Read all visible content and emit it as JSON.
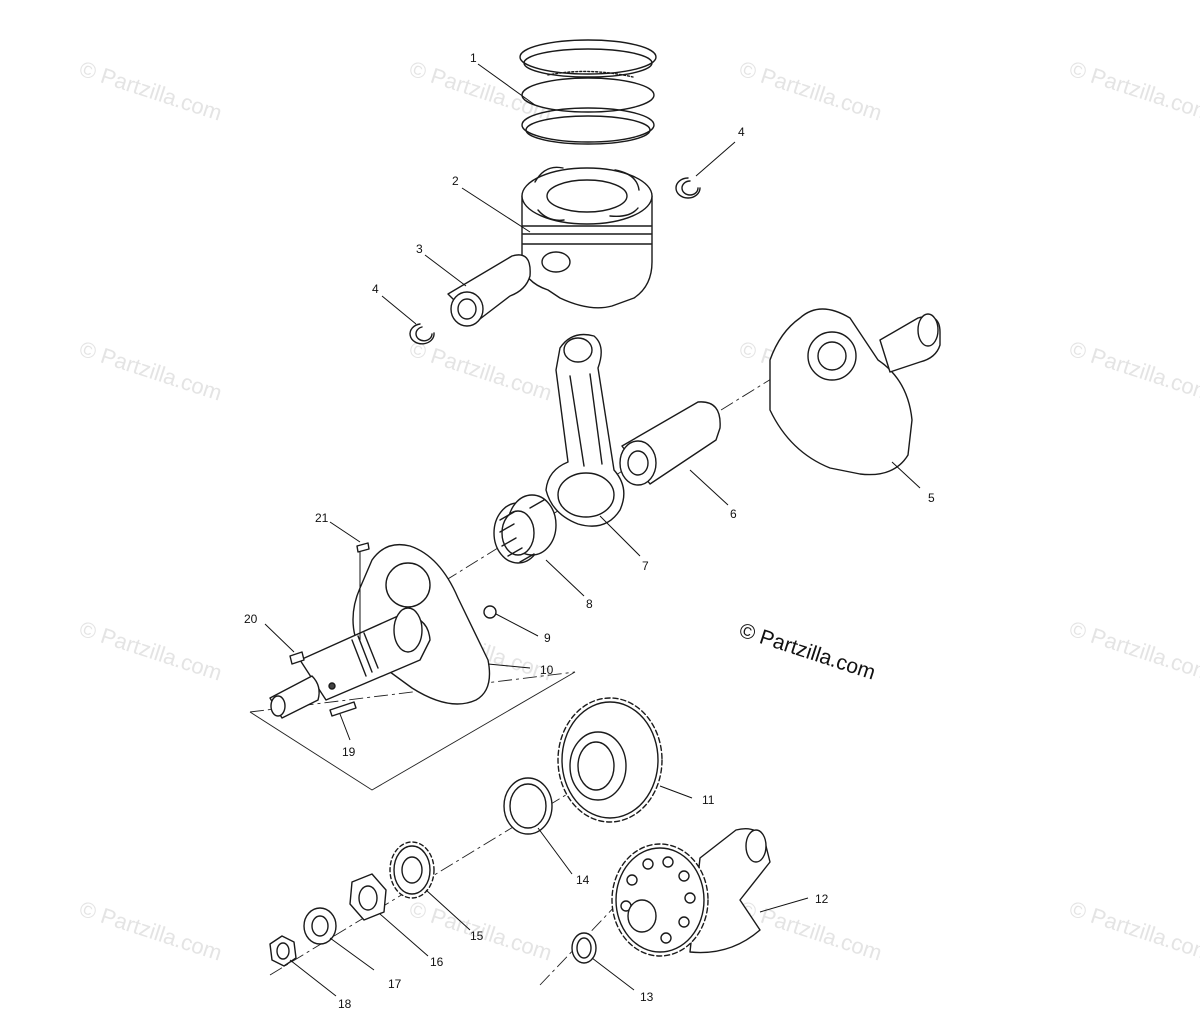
{
  "watermark": {
    "text": "© Partzilla.com",
    "center_text": "© Partzilla.com"
  },
  "callouts": [
    {
      "id": "1",
      "label": "1"
    },
    {
      "id": "2",
      "label": "2"
    },
    {
      "id": "3",
      "label": "3"
    },
    {
      "id": "4a",
      "label": "4"
    },
    {
      "id": "4b",
      "label": "4"
    },
    {
      "id": "5",
      "label": "5"
    },
    {
      "id": "6",
      "label": "6"
    },
    {
      "id": "7",
      "label": "7"
    },
    {
      "id": "8",
      "label": "8"
    },
    {
      "id": "9",
      "label": "9"
    },
    {
      "id": "10",
      "label": "10"
    },
    {
      "id": "11",
      "label": "11"
    },
    {
      "id": "12",
      "label": "12"
    },
    {
      "id": "13",
      "label": "13"
    },
    {
      "id": "14",
      "label": "14"
    },
    {
      "id": "15",
      "label": "15"
    },
    {
      "id": "16",
      "label": "16"
    },
    {
      "id": "17",
      "label": "17"
    },
    {
      "id": "18",
      "label": "18"
    },
    {
      "id": "19",
      "label": "19"
    },
    {
      "id": "20",
      "label": "20"
    },
    {
      "id": "21",
      "label": "21"
    }
  ]
}
